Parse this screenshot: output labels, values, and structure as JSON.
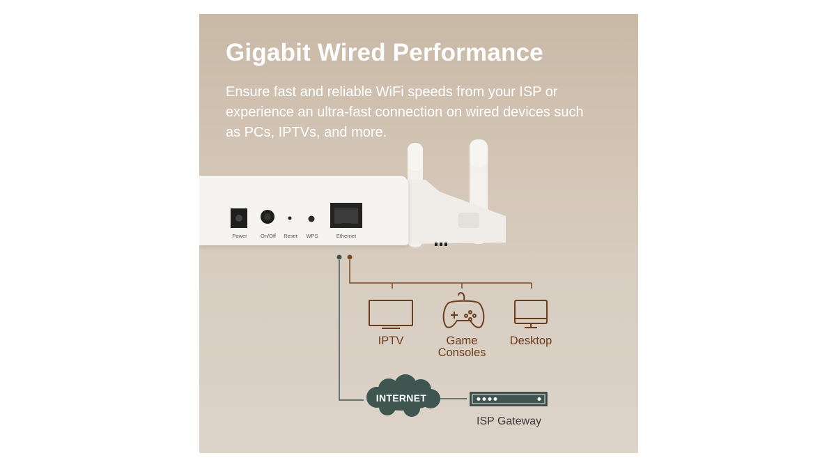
{
  "heading": "Gigabit Wired Performance",
  "description": "Ensure fast and reliable WiFi speeds from your ISP or experience an ultra-fast connection on wired devices such as PCs, IPTVs, and more.",
  "router": {
    "ports": [
      "Power",
      "On/Off",
      "Reset",
      "WPS",
      "Ethernet"
    ]
  },
  "devices": {
    "iptv": "IPTV",
    "game_consoles_line1": "Game",
    "game_consoles_line2": "Consoles",
    "desktop": "Desktop"
  },
  "internet_label": "INTERNET",
  "isp_gateway_label": "ISP Gateway",
  "colors": {
    "lan_line": "#7a4a22",
    "wan_line": "#3f5650",
    "cloud": "#3f5650",
    "text_white": "#ffffff"
  }
}
